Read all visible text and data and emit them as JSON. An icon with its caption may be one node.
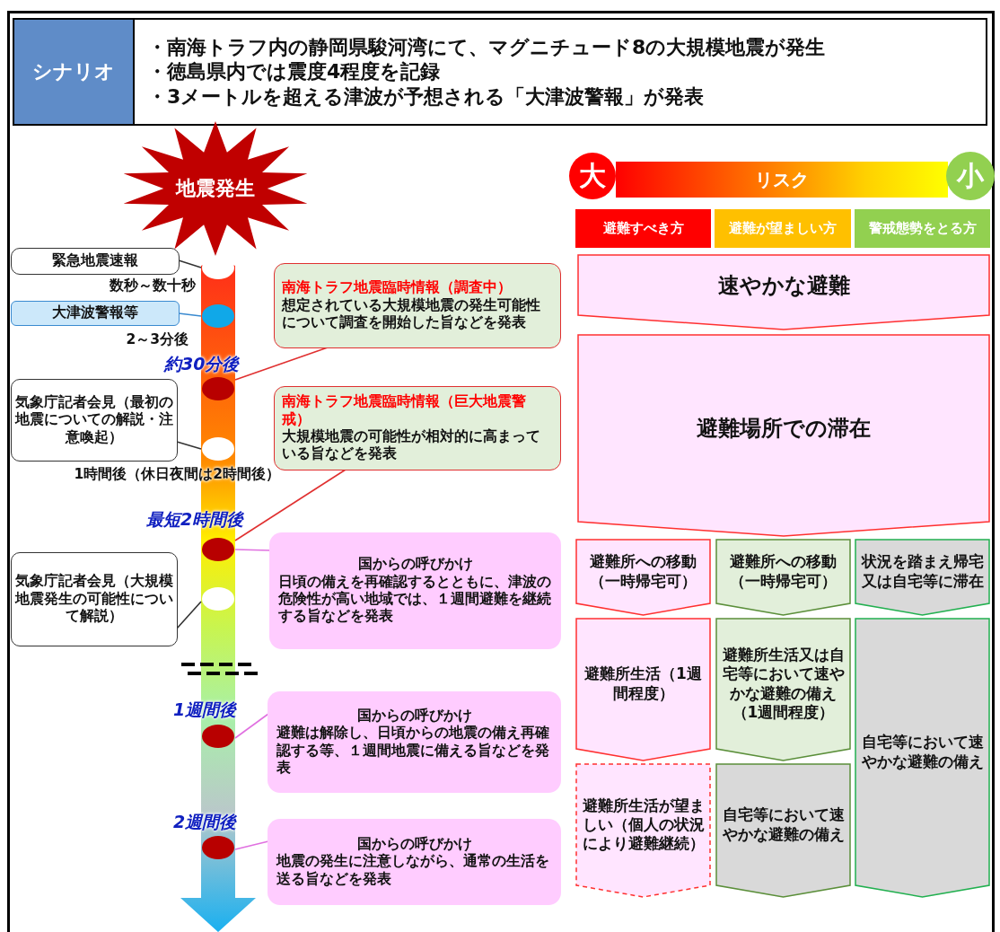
{
  "diagram": {
    "nodes": [
      {
        "text": [
          "シナリオ"
        ]
      },
      {
        "text": [
          "・南海トラフ内の静岡県駿河湾にて、マグニチュード8の大規模地震が発生",
          "・徳島県内では震度4程度を記録",
          "・3メートルを超える津波が予想される「大津波警報」が発表"
        ]
      },
      {
        "text": [
          "地震発生"
        ]
      },
      {
        "text": [
          "緊急地震速報"
        ],
        "beside": [
          "数秒～数十秒"
        ]
      },
      {
        "text": [
          "大津波警報等"
        ],
        "beside": [
          "2～3分後"
        ]
      },
      {
        "text": [
          "南海トラフ地震臨時情報（調査中）",
          "想定されている大規模地震の発生可能性について調査を開始した旨などを発表"
        ]
      },
      {
        "text": [
          "気象庁記者会見（最初の地震についての解説・注意喚起）"
        ],
        "beside": [
          "1時間後（休日夜間は2時間後）"
        ]
      },
      {
        "text": [
          "南海トラフ地震臨時情報（巨大地震警戒）",
          "大規模地震の可能性が相対的に高まっている旨などを発表"
        ]
      },
      {
        "text": [
          "国からの呼びかけ",
          "日頃の備えを再確認するとともに、津波の危険性が高い地域では、１週間避難を継続する旨などを発表"
        ]
      },
      {
        "text": [
          "気象庁記者会見（大規模地震発生の可能性について解説）"
        ]
      },
      {
        "text": [
          "国からの呼びかけ",
          "避難は解除し、日頃からの地震の備え再確認する等、１週間地震に備える旨などを発表"
        ]
      },
      {
        "text": [
          "国からの呼びかけ",
          "地震の発生に注意しながら、通常の生活を送る旨などを発表"
        ]
      },
      {
        "text": [
          "大"
        ]
      },
      {
        "text": [
          "リスク"
        ]
      },
      {
        "text": [
          "小"
        ]
      },
      {
        "text": [
          "避難すべき方"
        ]
      },
      {
        "text": [
          "避難が望ましい方"
        ]
      },
      {
        "text": [
          "警戒態勢をとる方"
        ]
      },
      {
        "text": [
          "速やかな避難"
        ]
      },
      {
        "text": [
          "避難場所での滞在"
        ]
      },
      {
        "text": [
          "避難所への移動（一時帰宅可）"
        ]
      },
      {
        "text": [
          "避難所への移動（一時帰宅可）"
        ]
      },
      {
        "text": [
          "状況を踏まえ帰宅又は自宅等に滞在"
        ]
      },
      {
        "text": [
          "避難所生活（1週間程度）"
        ]
      },
      {
        "text": [
          "避難所生活又は自宅等において速やかな避難の備え（1週間程度）"
        ]
      },
      {
        "text": [
          "自宅等において速やかな避難の備え"
        ]
      },
      {
        "text": [
          "避難所生活が望ましい（個人の状況により避難継続）"
        ]
      },
      {
        "text": [
          "自宅等において速やかな避難の備え"
        ]
      },
      {
        "text": [],
        "shape": "arrow"
      }
    ],
    "edges": [
      {
        "from": 3,
        "to": 28,
        "arrow": "none"
      },
      {
        "from": 4,
        "to": 28,
        "arrow": "none",
        "color": "#3a8ad0"
      },
      {
        "from": 5,
        "to": 28,
        "arrow": "none",
        "color": "#e03030"
      },
      {
        "from": 6,
        "to": 28,
        "arrow": "none"
      },
      {
        "from": 7,
        "to": 28,
        "arrow": "none",
        "color": "#e03030"
      },
      {
        "from": 8,
        "to": 28,
        "arrow": "none",
        "color": "#e070e0"
      },
      {
        "from": 9,
        "to": 28,
        "arrow": "none"
      },
      {
        "from": 10,
        "to": 28,
        "arrow": "none",
        "color": "#e070e0"
      },
      {
        "from": 11,
        "to": 28,
        "arrow": "none",
        "color": "#e070e0"
      }
    ],
    "labels": [
      "約30分後",
      "最短2時間後",
      "1週間後",
      "2週間後"
    ]
  }
}
